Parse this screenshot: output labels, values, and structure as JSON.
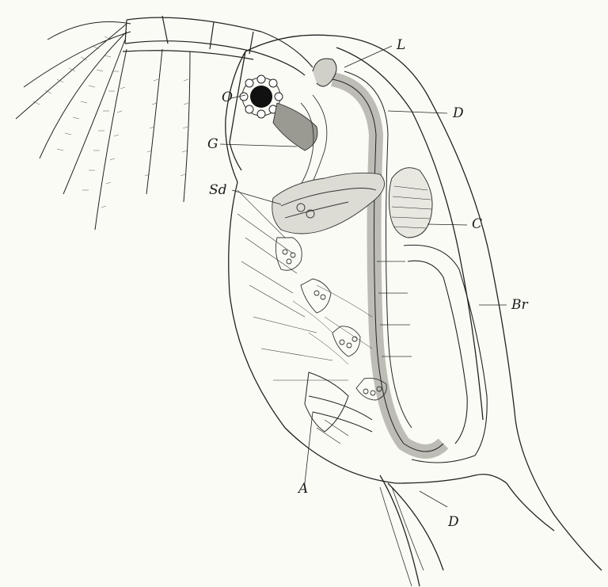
{
  "labels": {
    "L": "L",
    "O": "O",
    "G": "G",
    "Sd": "Sd",
    "D_top": "D",
    "C": "C",
    "Br": "Br",
    "A": "A",
    "D_bottom": "D"
  },
  "colors": {
    "ink": "#1f1f1f",
    "background": "#fbfbf5",
    "gut_shade": "#c9c9c2",
    "eye": "#111111"
  }
}
